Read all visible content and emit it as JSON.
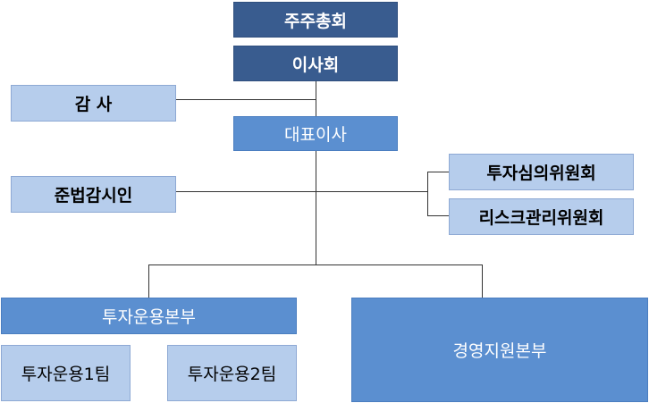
{
  "org": {
    "shareholders": "주주총회",
    "board": "이사회",
    "auditor": "감 사",
    "ceo": "대표이사",
    "compliance": "준법감시인",
    "investment_committee": "투자심의위원회",
    "risk_committee": "리스크관리위원회",
    "investment_division": "투자운용본부",
    "management_division": "경영지원본부",
    "team1": "투자운용1팀",
    "team2": "투자운용2팀"
  },
  "colors": {
    "dark": "#395c8f",
    "mid": "#5b8fd0",
    "light": "#b6cdec",
    "line": "#333333"
  }
}
